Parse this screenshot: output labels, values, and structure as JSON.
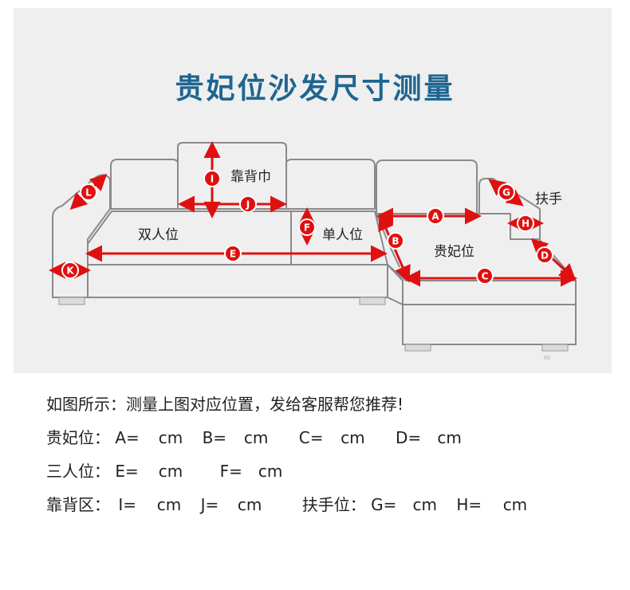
{
  "title": "贵妃位沙发尺寸测量",
  "diagram_labels": {
    "kaobeijin": "靠背巾",
    "shuangrenwei": "双人位",
    "danrenwei": "单人位",
    "guifeiwei": "贵妃位",
    "fushou": "扶手"
  },
  "markers": {
    "A": "A",
    "B": "B",
    "C": "C",
    "D": "D",
    "E": "E",
    "F": "F",
    "G": "G",
    "H": "H",
    "I": "I",
    "J": "J",
    "K": "K",
    "L": "L"
  },
  "colors": {
    "title": "#1e6590",
    "arrow": "#e01010",
    "outline": "#8a8a8a",
    "panel": "#efefef"
  },
  "instructions": {
    "intro": "如图所示：测量上图对应位置，发给客服帮您推荐!",
    "row1": {
      "label": "贵妃位：",
      "a": "A=",
      "a_unit": "cm",
      "b": "B=",
      "b_unit": "cm",
      "c": "C=",
      "c_unit": "cm",
      "d": "D=",
      "d_unit": "cm"
    },
    "row2": {
      "label": "三人位：",
      "e": "E=",
      "e_unit": "cm",
      "f": "F=",
      "f_unit": "cm"
    },
    "row3": {
      "label": "靠背区：",
      "i": "I=",
      "i_unit": "cm",
      "j": "J=",
      "j_unit": "cm",
      "label2": "扶手位：",
      "g": "G=",
      "g_unit": "cm",
      "h": "H=",
      "h_unit": "cm"
    }
  }
}
